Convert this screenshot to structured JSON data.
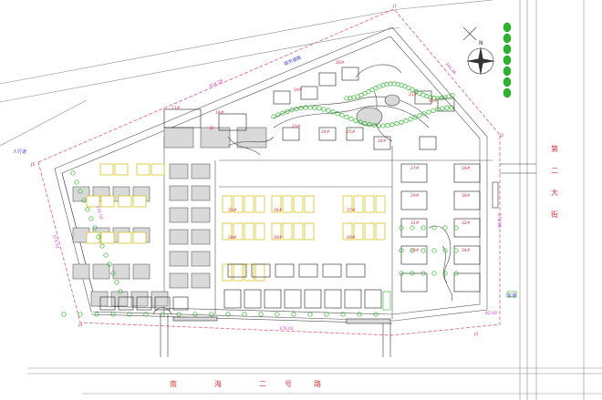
{
  "road_labels": {
    "south_road": [
      "南",
      "海",
      "二",
      "号",
      "路"
    ],
    "east_road": [
      "第",
      "二",
      "大",
      "街"
    ]
  },
  "corner_markers": [
    "J1",
    "J2",
    "J3",
    "J4",
    "J5",
    "J6"
  ],
  "north_arrow": "N",
  "boundary_dimensions": [
    "414.58",
    "344.46",
    "171.98",
    "132.52",
    "176.02",
    "171.51",
    "82.40"
  ],
  "building_tags": [
    "17#",
    "18#",
    "19#",
    "20#",
    "21#",
    "22#",
    "23#",
    "24#",
    "25#",
    "26#",
    "27#",
    "28#",
    "29#",
    "30#",
    "31#",
    "32#",
    "33#",
    "34#",
    "35#",
    "36#",
    "37#",
    "38#",
    "39#",
    "40#"
  ],
  "small_notes": [
    "城市道路",
    "人行道",
    "车道"
  ],
  "colors": {
    "line": "#222222",
    "grid": "#9a9a9a",
    "tree": "#2bb52b",
    "building_yellow": "#d8c420",
    "red_label": "#d8343c",
    "magenta": "#d23ad2",
    "blue": "#3b3bd6"
  }
}
